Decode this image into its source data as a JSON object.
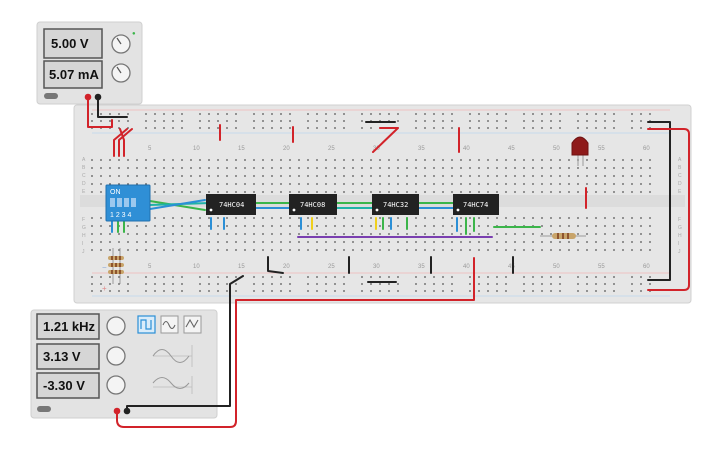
{
  "power_supply": {
    "voltage": "5.00 V",
    "current": "5.07 mA"
  },
  "function_generator": {
    "frequency": "1.21 kHz",
    "amplitude": "3.13 V",
    "offset": "-3.30 V",
    "waveforms": [
      "square-wave-icon",
      "sine-wave-icon",
      "triangle-wave-icon"
    ],
    "selected_waveform": "square"
  },
  "breadboard": {
    "column_numbers": [
      "5",
      "10",
      "15",
      "20",
      "25",
      "30",
      "35",
      "40",
      "45",
      "50",
      "55",
      "60"
    ],
    "row_letters_top": [
      "A",
      "B",
      "C",
      "D",
      "E"
    ],
    "row_letters_bottom": [
      "F",
      "G",
      "H",
      "I",
      "J"
    ]
  },
  "chips": [
    {
      "label": "74HC04"
    },
    {
      "label": "74HC08"
    },
    {
      "label": "74HC32"
    },
    {
      "label": "74HC74"
    }
  ],
  "dip_switch": {
    "on_label": "ON",
    "numbers": "1 2 3 4"
  },
  "colors": {
    "wire_red": "#d2232a",
    "wire_black": "#222222",
    "wire_green": "#3bb54a",
    "wire_blue": "#2b8fd6",
    "wire_yellow": "#f0d01c",
    "wire_purple": "#7a3fb0",
    "wire_teal": "#1fb3a6",
    "chip_body": "#222222",
    "dip_switch": "#2f8fd6",
    "led": "#8e1a1a",
    "breadboard": "#e6e6e6"
  }
}
